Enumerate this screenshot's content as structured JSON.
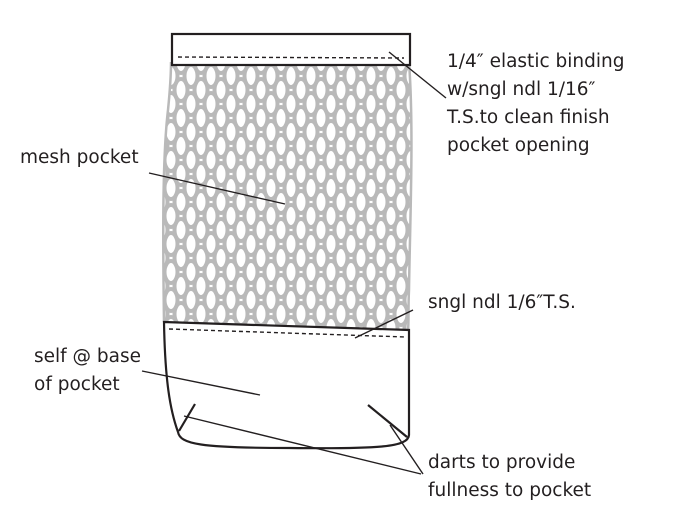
{
  "labels": {
    "elastic": [
      "1/4″ elastic binding",
      "w/sngl ndl 1/16″",
      "T.S.to clean finish",
      "pocket opening"
    ],
    "mesh": [
      "mesh pocket"
    ],
    "single_needle": [
      "sngl ndl 1/6″T.S."
    ],
    "self_base": [
      "self @ base",
      "of pocket"
    ],
    "darts": [
      "darts to provide",
      "fullness to pocket"
    ]
  },
  "colors": {
    "ink": "#231f20",
    "mesh": "#b9b9b9",
    "background": "#ffffff"
  }
}
